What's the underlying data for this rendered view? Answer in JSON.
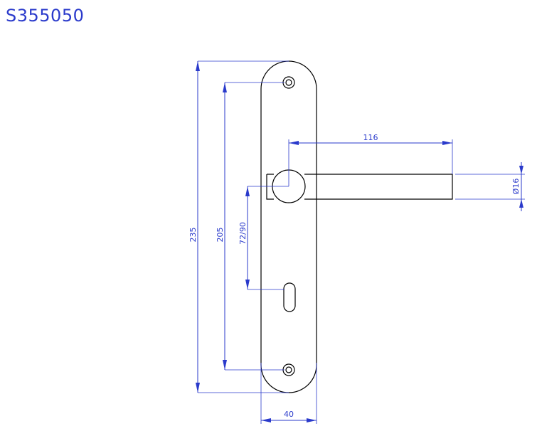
{
  "drawing": {
    "title": "S355050",
    "dimensions": {
      "overall_height": "235",
      "screw_spacing": "205",
      "center_distance": "72/90",
      "lever_length": "116",
      "lever_diameter": "Ø16",
      "plate_width": "40"
    }
  },
  "colors": {
    "dimension": "#2a3acb",
    "outline": "#000000"
  }
}
